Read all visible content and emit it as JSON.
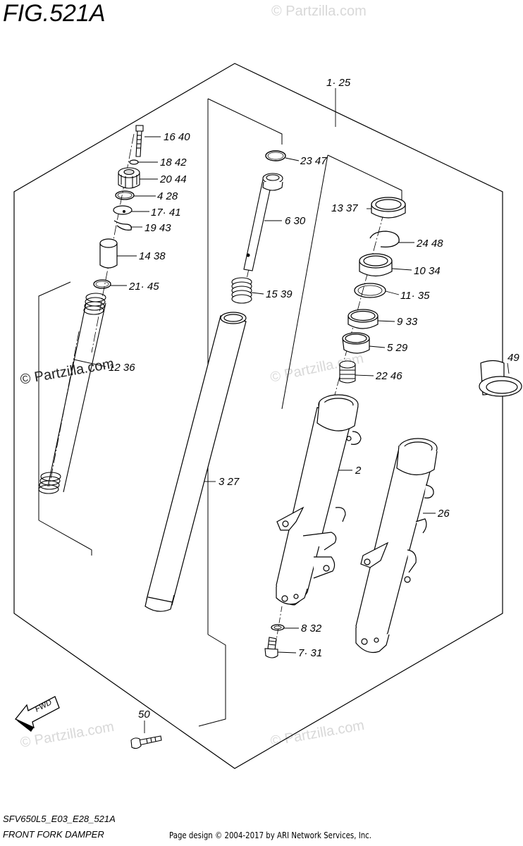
{
  "figure": {
    "title": "FIG.521A",
    "model_code": "SFV650L5_E03_E28_521A",
    "name": "FRONT FORK DAMPER"
  },
  "footer": {
    "copyright": "Page design © 2004-2017 by ARI Network Services, Inc."
  },
  "watermark": {
    "text": "© Partzilla.com"
  },
  "fwd_label": "FWD",
  "callouts": [
    {
      "id": "c-1-25",
      "label": "1· 25"
    },
    {
      "id": "c-16-40",
      "label": "16 40"
    },
    {
      "id": "c-18-42",
      "label": "18 42"
    },
    {
      "id": "c-20-44",
      "label": "20 44"
    },
    {
      "id": "c-4-28",
      "label": "4 28"
    },
    {
      "id": "c-17-41",
      "label": "17· 41"
    },
    {
      "id": "c-19-43",
      "label": "19 43"
    },
    {
      "id": "c-14-38",
      "label": "14 38"
    },
    {
      "id": "c-21-45",
      "label": "21· 45"
    },
    {
      "id": "c-12-36",
      "label": "12 36"
    },
    {
      "id": "c-23-47",
      "label": "23 47"
    },
    {
      "id": "c-6-30",
      "label": "6 30"
    },
    {
      "id": "c-15-39",
      "label": "15 39"
    },
    {
      "id": "c-3-27",
      "label": "3 27"
    },
    {
      "id": "c-13-37",
      "label": "13 37"
    },
    {
      "id": "c-24-48",
      "label": "24 48"
    },
    {
      "id": "c-10-34",
      "label": "10 34"
    },
    {
      "id": "c-11-35",
      "label": "11· 35"
    },
    {
      "id": "c-9-33",
      "label": "9 33"
    },
    {
      "id": "c-5-29",
      "label": "5 29"
    },
    {
      "id": "c-22-46",
      "label": "22 46"
    },
    {
      "id": "c-49",
      "label": "49"
    },
    {
      "id": "c-2",
      "label": "2"
    },
    {
      "id": "c-26",
      "label": "26"
    },
    {
      "id": "c-8-32",
      "label": "8 32"
    },
    {
      "id": "c-7-31",
      "label": "7· 31"
    },
    {
      "id": "c-50",
      "label": "50"
    }
  ]
}
